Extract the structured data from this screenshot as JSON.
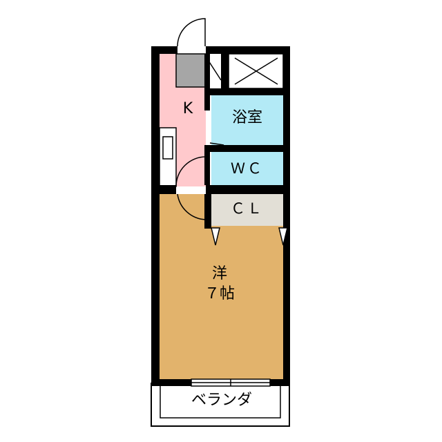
{
  "rooms": {
    "kitchen": {
      "label": "K",
      "color": "#ffc9cc"
    },
    "bath": {
      "label": "浴室",
      "color": "#b3eaf6"
    },
    "wc": {
      "label": "ＷＣ",
      "color": "#b3eaf6"
    },
    "closet": {
      "label": "ＣＬ",
      "color": "#e2dfd6"
    },
    "western_room": {
      "label_line1": "洋",
      "label_line2": "７帖",
      "color": "#e2b36c"
    },
    "balcony": {
      "label": "ベランダ"
    }
  },
  "colors": {
    "wall": "#000000",
    "appliance": "#a6a6a6"
  }
}
